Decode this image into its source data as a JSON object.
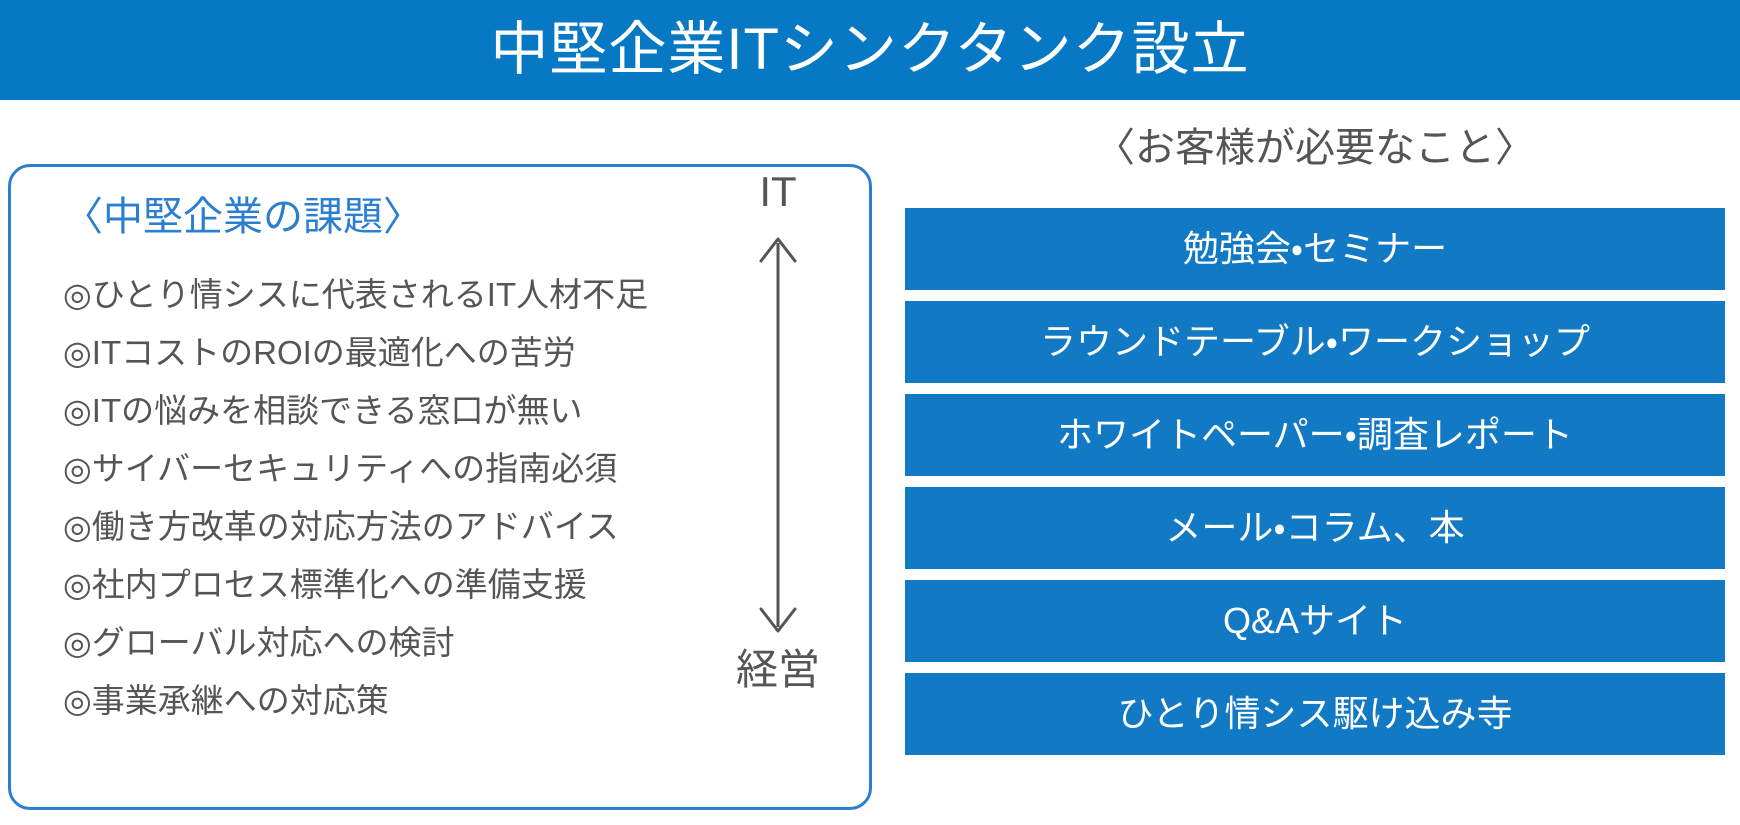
{
  "banner": {
    "title": "中堅企業ITシンクタンク設立",
    "background_color": "#0678c4",
    "text_color": "#ffffff"
  },
  "left_panel": {
    "heading": "〈中堅企業の課題〉",
    "heading_color": "#2a7fd0",
    "border_color": "#2a7fd0",
    "bullet_marker": "◎",
    "items": [
      "◎ひとり情シスに代表されるIT人材不足",
      "◎ITコストのROIの最適化への苦労",
      "◎ITの悩みを相談できる窓口が無い",
      "◎サイバーセキュリティへの指南必須",
      "◎働き方改革の対応方法のアドバイス",
      "◎社内プロセス標準化への準備支援",
      "◎グローバル対応への検討",
      "◎事業承継への対応策"
    ]
  },
  "axis": {
    "top_label": "IT",
    "bottom_label": "経営",
    "arrow_icon": "double-headed-vertical-arrow",
    "color": "#555555"
  },
  "right_panel": {
    "heading": "〈お客様が必要なこと〉",
    "heading_color": "#555555",
    "bar_color": "#1279c4",
    "bar_text_color": "#ffffff",
    "items": [
      "勉強会・セミナー",
      "ラウンドテーブル・ワークショップ",
      "ホワイトペーパー・調査レポート",
      "メール・コラム、本",
      "Q&Aサイト",
      "ひとり情シス駆け込み寺"
    ]
  }
}
